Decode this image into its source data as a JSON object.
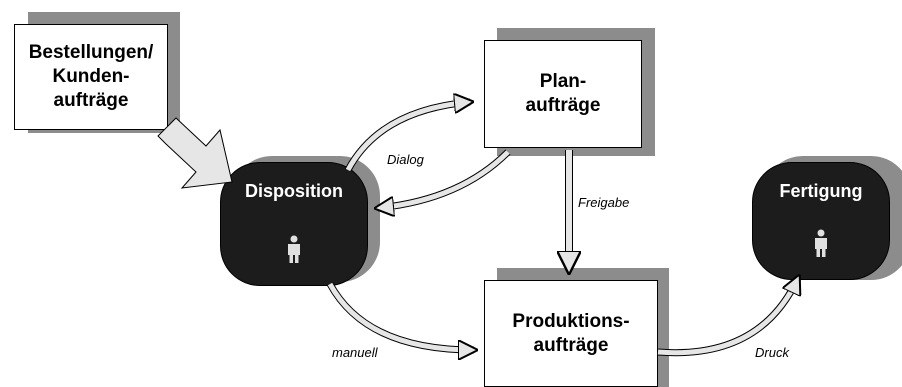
{
  "boxes": {
    "orders": "Bestellungen/\nKunden-\naufträge",
    "plan": "Plan-\naufträge",
    "production": "Produktions-\naufträge"
  },
  "roles": {
    "disposition": "Disposition",
    "fertigung": "Fertigung"
  },
  "labels": {
    "dialog": "Dialog",
    "freigabe": "Freigabe",
    "manuell": "manuell",
    "druck": "Druck"
  },
  "colors": {
    "role_fill": "#1c1c1c",
    "shadow": "#8c8c8c",
    "arrow_fill": "#e6e6e6"
  }
}
